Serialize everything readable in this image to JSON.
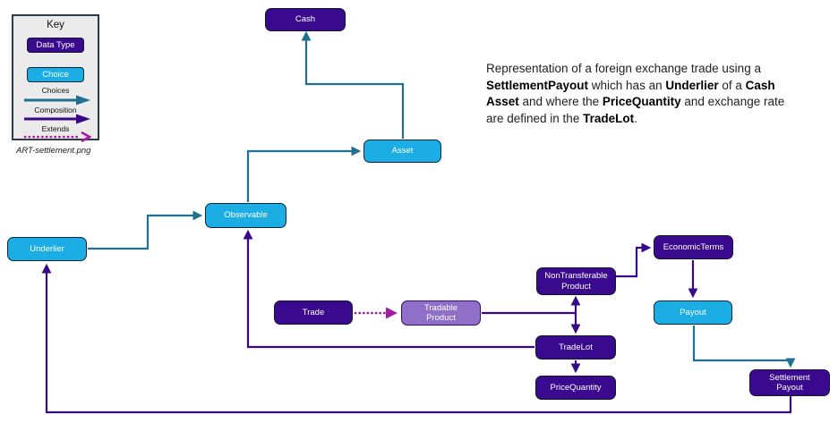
{
  "artifact_label": "ART-settlement.png",
  "key": {
    "title": "Key",
    "data_type": "Data Type",
    "choice": "Choice",
    "choices": "Choices",
    "composition": "Composition",
    "extends": "Extends"
  },
  "description": {
    "segments": [
      {
        "text": "Representation of a foreign exchange trade using a "
      },
      {
        "text": "SettlementPayout"
      },
      {
        "text": " which has an "
      },
      {
        "text": "Underlier"
      },
      {
        "text": " of a "
      },
      {
        "text": "Cash Asset"
      },
      {
        "text": " and where the "
      },
      {
        "text": "PriceQuantity"
      },
      {
        "text": " and exchange rate are defined in the "
      },
      {
        "text": "TradeLot"
      },
      {
        "text": "."
      }
    ]
  },
  "nodes": {
    "cash": "Cash",
    "asset": "Asset",
    "observable": "Observable",
    "underlier": "Underlier",
    "trade": "Trade",
    "tradable_product": "Tradable\nProduct",
    "nontransferable_product": "NonTransferable\nProduct",
    "economic_terms": "EconomicTerms",
    "trade_lot": "TradeLot",
    "price_quantity": "PriceQuantity",
    "payout": "Payout",
    "settlement_payout": "Settlement\nPayout"
  },
  "edges": [
    {
      "from": "Asset",
      "to": "Cash",
      "type": "choices"
    },
    {
      "from": "Observable",
      "to": "Asset",
      "type": "choices"
    },
    {
      "from": "Underlier",
      "to": "Observable",
      "type": "choices"
    },
    {
      "from": "Trade",
      "to": "Tradable Product",
      "type": "extends"
    },
    {
      "from": "Tradable Product",
      "to": "NonTransferable Product",
      "type": "composition"
    },
    {
      "from": "Tradable Product",
      "to": "TradeLot",
      "type": "composition"
    },
    {
      "from": "NonTransferable Product",
      "to": "EconomicTerms",
      "type": "composition"
    },
    {
      "from": "EconomicTerms",
      "to": "Payout",
      "type": "composition"
    },
    {
      "from": "Payout",
      "to": "Settlement Payout",
      "type": "choices"
    },
    {
      "from": "TradeLot",
      "to": "PriceQuantity",
      "type": "composition"
    },
    {
      "from": "TradeLot",
      "to": "Observable",
      "type": "composition"
    },
    {
      "from": "Settlement Payout",
      "to": "Underlier",
      "type": "composition"
    }
  ],
  "colors": {
    "data_type_fill": "#3A0A8E",
    "choice_fill": "#1CADE4",
    "tradable_fill": "#8F6FC7",
    "choices_arrow": "#1F7092",
    "composition_arrow": "#38078A",
    "extends_arrow": "#A818A8"
  }
}
